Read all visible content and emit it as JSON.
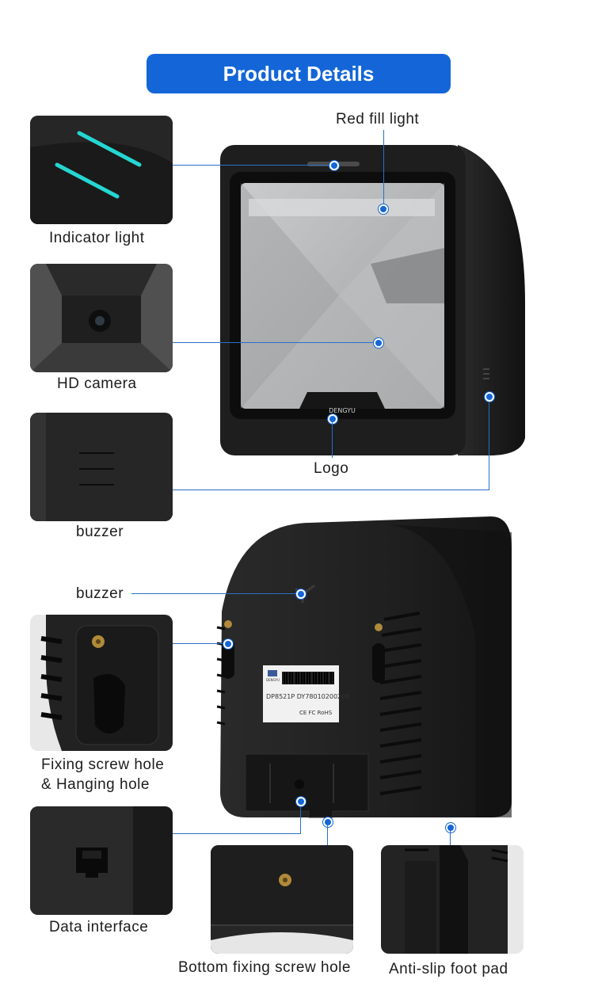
{
  "header": {
    "title": "Product Details"
  },
  "front_labels": {
    "red_fill_light": "Red fill light",
    "indicator_light": "Indicator light",
    "hd_camera": "HD camera",
    "logo": "Logo",
    "buzzer_side": "buzzer"
  },
  "back_labels": {
    "buzzer": "buzzer",
    "fixing_screw_hole_line1": "Fixing screw hole",
    "fixing_screw_hole_line2": "& Hanging hole",
    "data_interface": "Data interface",
    "bottom_fixing_screw_hole": "Bottom fixing screw hole",
    "anti_slip_foot_pad": "Anti-slip foot pad"
  },
  "product_label": {
    "brand": "DENGYU",
    "model_line": "DP8521P DY78010200208",
    "cert_line": "CE FC RoHS"
  },
  "logo_text": "DENGYU",
  "colors": {
    "accent": "#1466d8",
    "indicator": "#25d6d2",
    "body": "#1c1c1c"
  }
}
